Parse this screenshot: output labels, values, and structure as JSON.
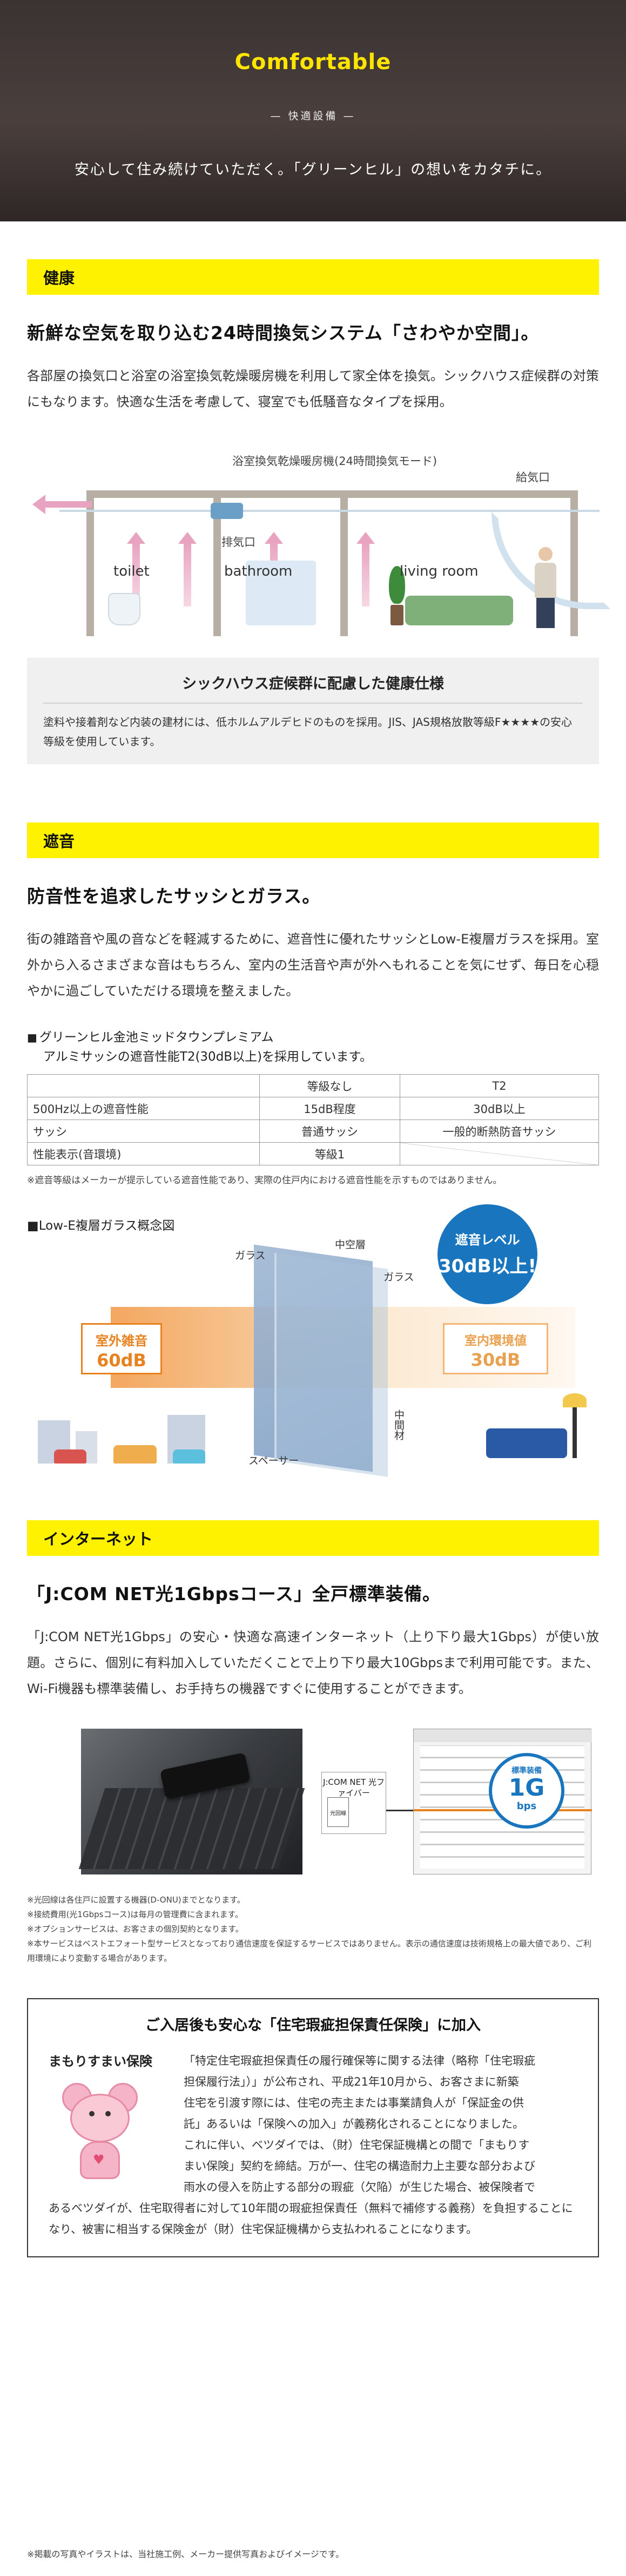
{
  "hero": {
    "title": "Comfortable",
    "subtitle": "— 快適設備 —",
    "lead": "安心して住み続けていただく。「グリーンヒル」の想いをカタチに。"
  },
  "health": {
    "bar_label": "健康",
    "heading": "新鮮な空気を取り込む24時間換気システム「さわやか空間」。",
    "text": "各部屋の換気口と浴室の浴室換気乾燥暖房機を利用して家全体を換気。シックハウス症候群の対策にもなります。快適な生活を考慮して、寝室でも低騒音なタイプを採用。",
    "diagram": {
      "fan_label": "浴室換気乾燥暖房機(24時間換気モード)",
      "exhaust_label": "排気口",
      "supply_label": "給気口",
      "rooms": [
        "toilet",
        "bathroom",
        "living room"
      ]
    },
    "box": {
      "title": "シックハウス症候群に配慮した健康仕様",
      "text": "塗料や接着剤など内装の建材には、低ホルムアルデヒドのものを採用。JIS、JAS規格放散等級F★★★★の安心等級を使用しています。"
    }
  },
  "sound": {
    "bar_label": "遮音",
    "heading": "防音性を追求したサッシとガラス。",
    "text": "街の雑踏音や風の音などを軽減するために、遮音性に優れたサッシとLow-E複層ガラスを採用。室外から入るさまざまな音はもちろん、室内の生活音や声が外へもれることを気にせず、毎日を心穏やかに過ごしていただける環境を整えました。",
    "table_caption_1": "グリーンヒル金池ミッドタウンプレミアム",
    "table_caption_2": "アルミサッシの遮音性能T2(30dB以上)を採用しています。",
    "table": {
      "headers": [
        "",
        "等級なし",
        "T2"
      ],
      "rows": [
        [
          "500Hz以上の遮音性能",
          "15dB程度",
          "30dB以上"
        ],
        [
          "サッシ",
          "普通サッシ",
          "一般的断熱防音サッシ"
        ],
        [
          "性能表示(音環境)",
          "等級1",
          ""
        ]
      ]
    },
    "table_note": "※遮音等級はメーカーが提示している遮音性能であり、実際の住戸内における遮音性能を示すものではありません。",
    "glass_diagram": {
      "title": "Low-E複層ガラス概念図",
      "badge_line1": "遮音レベル",
      "badge_line2": "30dB以上!",
      "outside_label": "室外雑音",
      "outside_value": "60dB",
      "inside_label": "室内環境値",
      "inside_value": "30dB",
      "glass_label_1": "ガラス",
      "glass_label_2": "ガラス",
      "hollow_label": "中空層",
      "spacer_label": "スペーサー",
      "middle_label": "中間材"
    }
  },
  "internet": {
    "bar_label": "インターネット",
    "heading": "「J:COM NET光1Gbpsコース」全戸標準装備。",
    "text": "「J:COM NET光1Gbps」の安心・快適な高速インターネット（上り下り最大1Gbps）が使い放題。さらに、個別に有料加入していただくことで上り下り最大10Gbpsまで利用可能です。また、Wi-Fi機器も標準装備し、お手持ちの機器ですぐに使用することができます。",
    "figure": {
      "jcom_label": "J:COM NET 光ファイバー",
      "device_label": "光回線",
      "speed_title": "標準装備",
      "speed_value": "1G",
      "speed_unit": "bps"
    },
    "notes": [
      "※光回線は各住戸に設置する機器(D-ONU)までとなります。",
      "※接続費用(光1Gbpsコース)は毎月の管理費に含まれます。",
      "※オプションサービスは、お客さまの個別契約となります。",
      "※本サービスはベストエフォート型サービスとなっており通信速度を保証するサービスではありません。表示の通信速度は技術規格上の最大値であり、ご利用環境により変動する場合があります。"
    ]
  },
  "insurance": {
    "title": "ご入居後も安心な「住宅瑕疵担保責任保険」に加入",
    "logo_text": "まもりすまい保険",
    "paragraph_lines": [
      "「特定住宅瑕疵担保責任の履行確保等に関する法律（略称「住宅瑕疵",
      "担保履行法」）」が公布され、平成21年10月から、お客さまに新築",
      "住宅を引渡す際には、住宅の売主または事業請負人が「保証金の供",
      "託」あるいは「保険への加入」が義務化されることになりました。",
      "これに伴い、ベツダイでは、（財）住宅保証機構との間で「まもりす",
      "まい保険」契約を締結。万が一、住宅の構造耐力上主要な部分および",
      "雨水の侵入を防止する部分の瑕疵（欠陥）が生じた場合、被保険者で"
    ],
    "paragraph_tail": "あるベツダイが、住宅取得者に対して10年間の瑕疵担保責任（無料で補修する義務）を負担することになり、被害に相当する保険金が（財）住宅保証機構から支払われることになります。"
  },
  "footer": {
    "note": "※掲載の写真やイラストは、当社施工例、メーカー提供写真およびイメージです。"
  },
  "colors": {
    "accent_yellow": "#fff200",
    "hero_title_yellow": "#ffe500",
    "badge_blue": "#1975be",
    "noise_orange": "#e8821e"
  }
}
